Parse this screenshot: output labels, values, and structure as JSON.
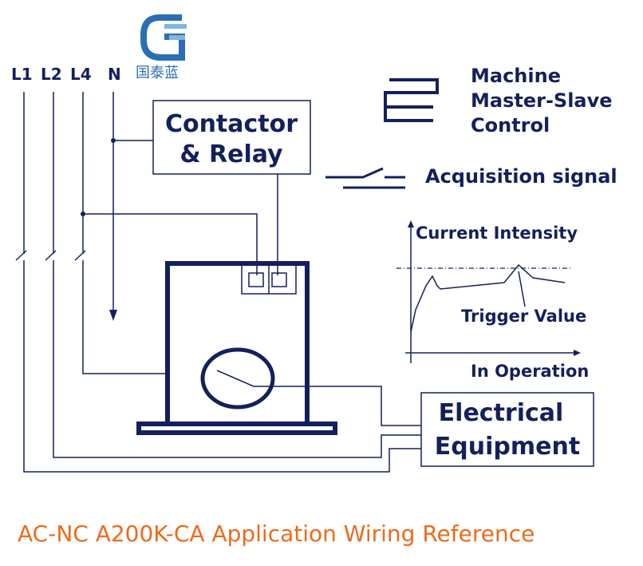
{
  "logo": {
    "text": "国泰蓝",
    "primary_color": "#2a6fb3",
    "secondary_color": "#7fb5e0"
  },
  "lines": {
    "l1": "L1",
    "l2": "L2",
    "l4": "L4",
    "n": "N"
  },
  "contactor_box": {
    "line1": "Contactor",
    "line2": "& Relay"
  },
  "legend": {
    "master_slave": {
      "line1": "Machine",
      "line2": "Master-Slave",
      "line3": "Control"
    },
    "acquisition": "Acquisition signal"
  },
  "graph": {
    "ylabel": "Current Intensity",
    "xlabel": "In Operation",
    "annotation": "Trigger Value"
  },
  "equipment_box": {
    "line1": "Electrical",
    "line2": "Equipment"
  },
  "caption": "AC-NC A200K-CA Application Wiring Reference",
  "colors": {
    "line": "#14205c",
    "caption": "#ee6a1a"
  }
}
